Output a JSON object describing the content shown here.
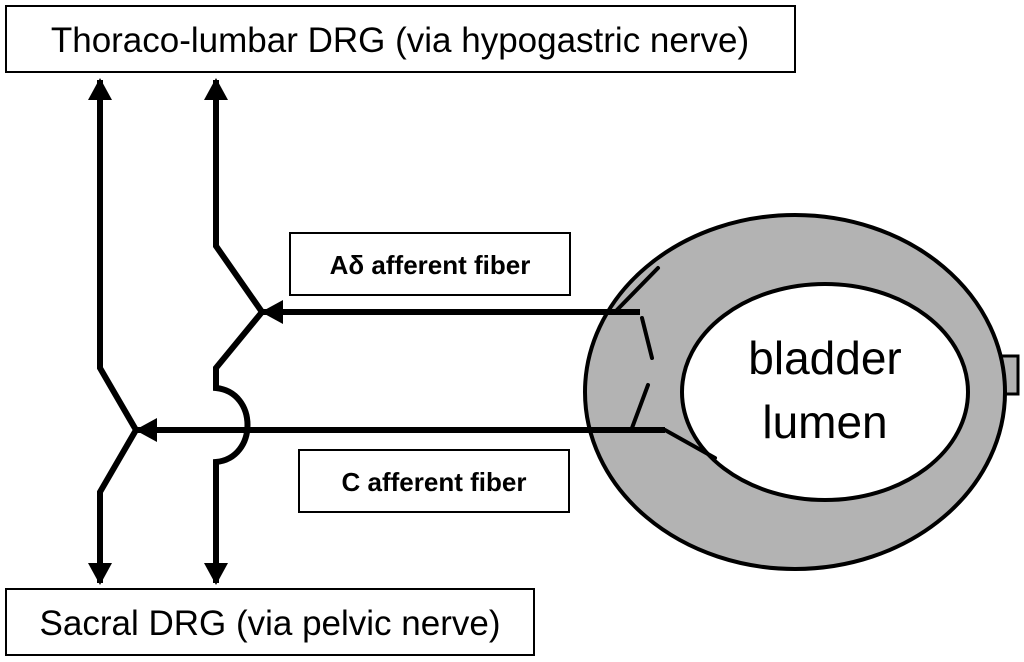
{
  "labels": {
    "top_box": "Thoraco-lumbar DRG (via hypogastric nerve)",
    "bottom_box": "Sacral DRG (via pelvic nerve)",
    "a_delta_fiber": "Aδ afferent fiber",
    "c_fiber": "C afferent fiber",
    "bladder_line1": "bladder",
    "bladder_line2": "lumen"
  },
  "colors": {
    "bladder_wall": "#b3b3b3",
    "lines": "#000000",
    "background": "#ffffff"
  }
}
